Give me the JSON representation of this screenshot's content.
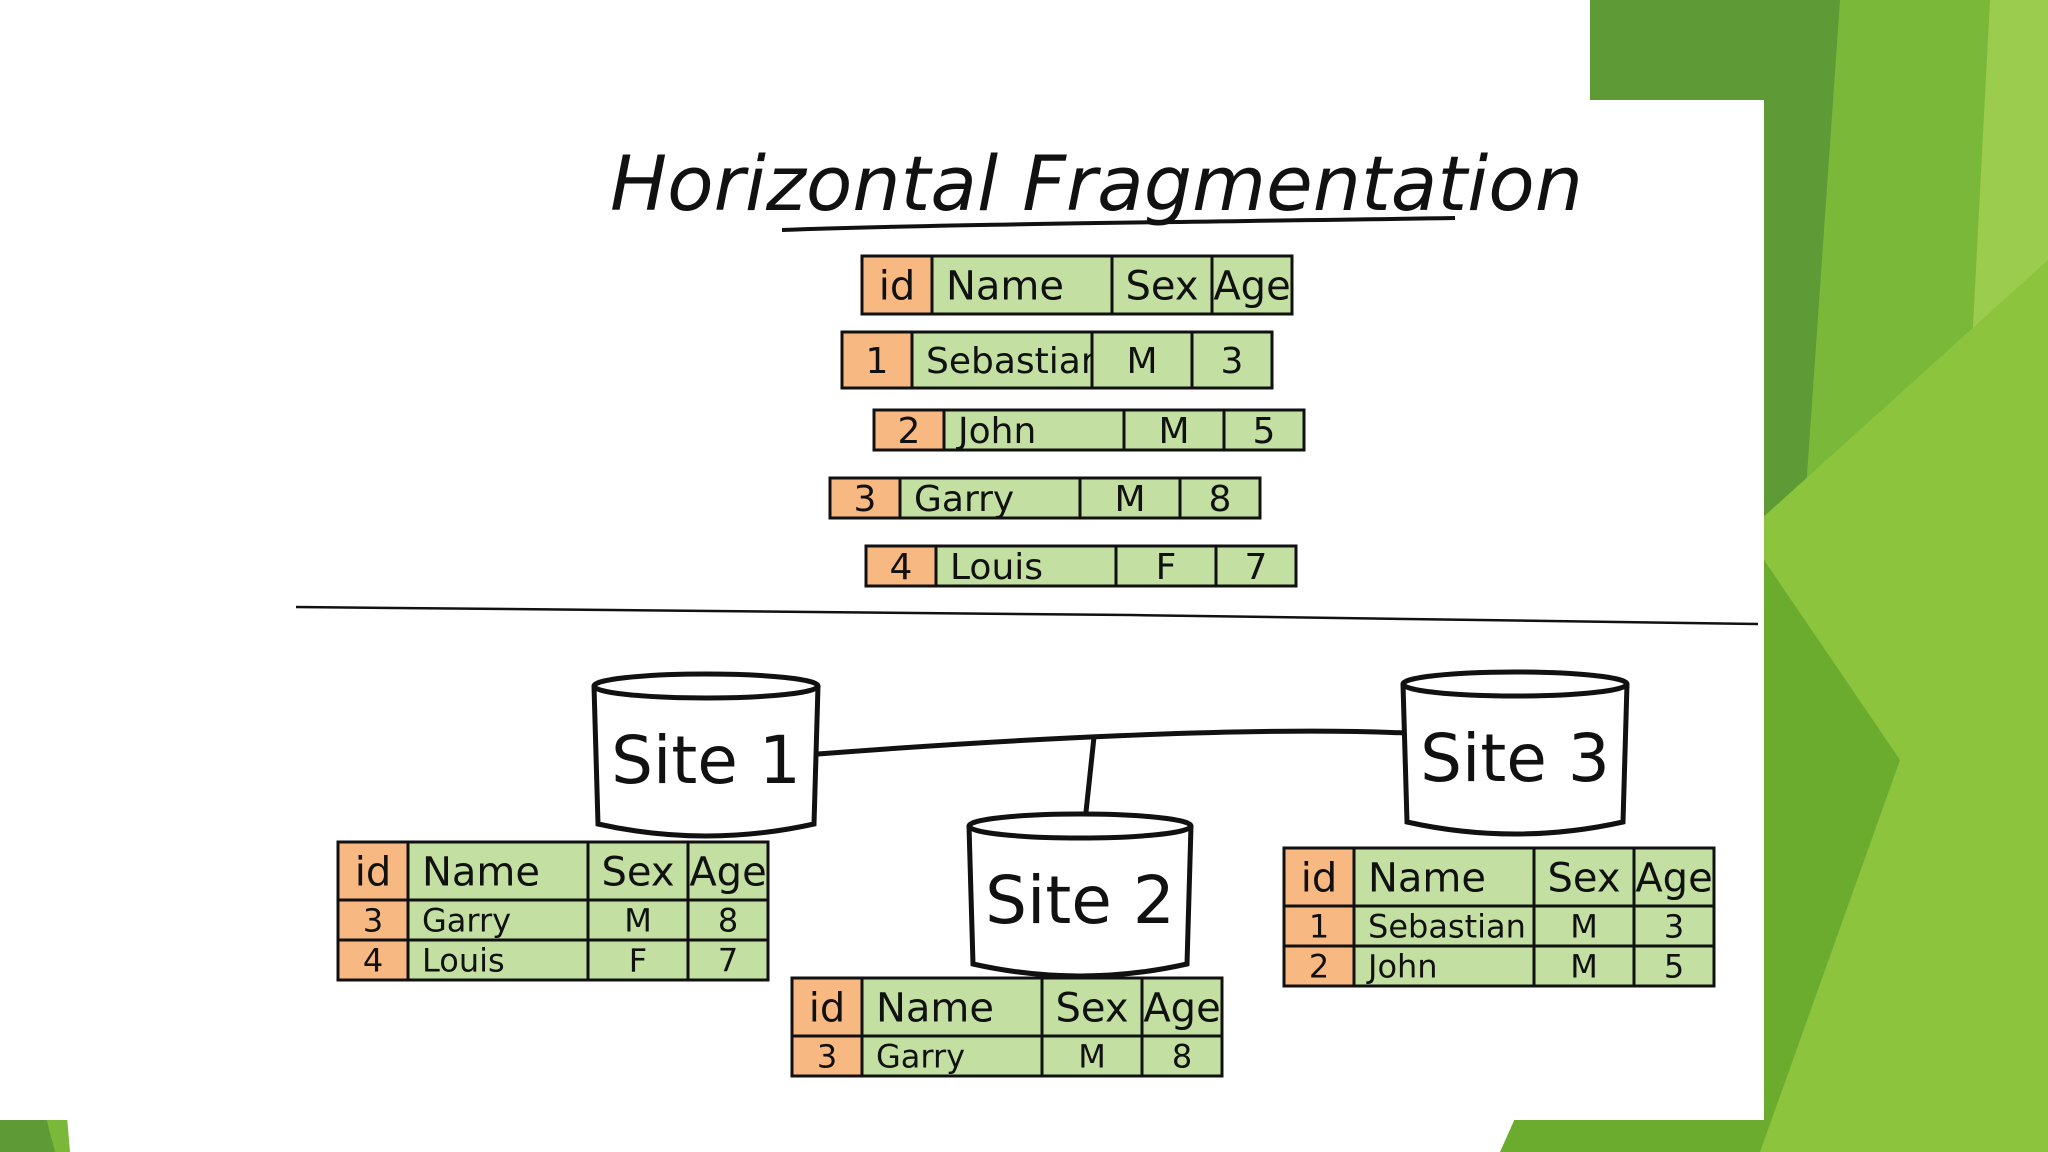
{
  "title": "Horizontal Fragmentation",
  "table": {
    "headers": [
      "id",
      "Name",
      "Sex",
      "Age"
    ],
    "rows": [
      [
        "1",
        "Sebastian",
        "M",
        "3"
      ],
      [
        "2",
        "John",
        "M",
        "5"
      ],
      [
        "3",
        "Garry",
        "M",
        "8"
      ],
      [
        "4",
        "Louis",
        "F",
        "7"
      ]
    ]
  },
  "sites": [
    {
      "label": "Site 1",
      "fragment": {
        "headers": [
          "id",
          "Name",
          "Sex",
          "Age"
        ],
        "rows": [
          [
            "3",
            "Garry",
            "M",
            "8"
          ],
          [
            "4",
            "Louis",
            "F",
            "7"
          ]
        ]
      }
    },
    {
      "label": "Site 2",
      "fragment": {
        "headers": [
          "id",
          "Name",
          "Sex",
          "Age"
        ],
        "rows": [
          [
            "3",
            "Garry",
            "M",
            "8"
          ]
        ]
      }
    },
    {
      "label": "Site 3",
      "fragment": {
        "headers": [
          "id",
          "Name",
          "Sex",
          "Age"
        ],
        "rows": [
          [
            "1",
            "Sebastian",
            "M",
            "3"
          ],
          [
            "2",
            "John",
            "M",
            "5"
          ]
        ]
      }
    }
  ],
  "colors": {
    "id_cell": "#f8b882",
    "data_cell": "#c3e0a2",
    "ink": "#111111",
    "slide_green_dark": "#4f8f2a",
    "slide_green_mid": "#6fb232",
    "slide_green_light": "#9ccc4e"
  }
}
